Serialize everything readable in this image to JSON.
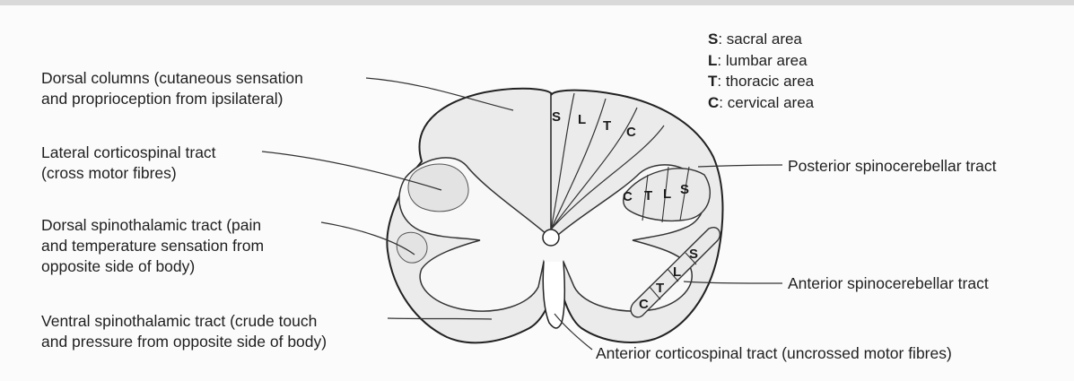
{
  "labels": {
    "dorsal_columns": [
      "Dorsal columns (cutaneous sensation",
      "and proprioception from ipsilateral)"
    ],
    "lateral_corticospinal": [
      "Lateral corticospinal tract",
      "(cross motor fibres)"
    ],
    "dorsal_spinothalamic": [
      "Dorsal spinothalamic tract (pain",
      "and temperature sensation from",
      "opposite side of body)"
    ],
    "ventral_spinothalamic": [
      "Ventral spinothalamic tract (crude touch",
      "and pressure from opposite side of body)"
    ],
    "posterior_spinocerebellar": "Posterior spinocerebellar tract",
    "anterior_spinocerebellar": "Anterior spinocerebellar tract",
    "anterior_corticospinal": "Anterior corticospinal tract (uncrossed motor fibres)"
  },
  "legend": [
    {
      "key": "S",
      "text": ": sacral area"
    },
    {
      "key": "L",
      "text": ": lumbar area"
    },
    {
      "key": "T",
      "text": ": thoracic area"
    },
    {
      "key": "C",
      "text": ": cervical area"
    }
  ],
  "segments": {
    "dorsal": [
      "S",
      "L",
      "T",
      "C"
    ],
    "posterior": [
      "C",
      "T",
      "L",
      "S"
    ],
    "anterior": [
      "C",
      "T",
      "L",
      "S"
    ]
  }
}
